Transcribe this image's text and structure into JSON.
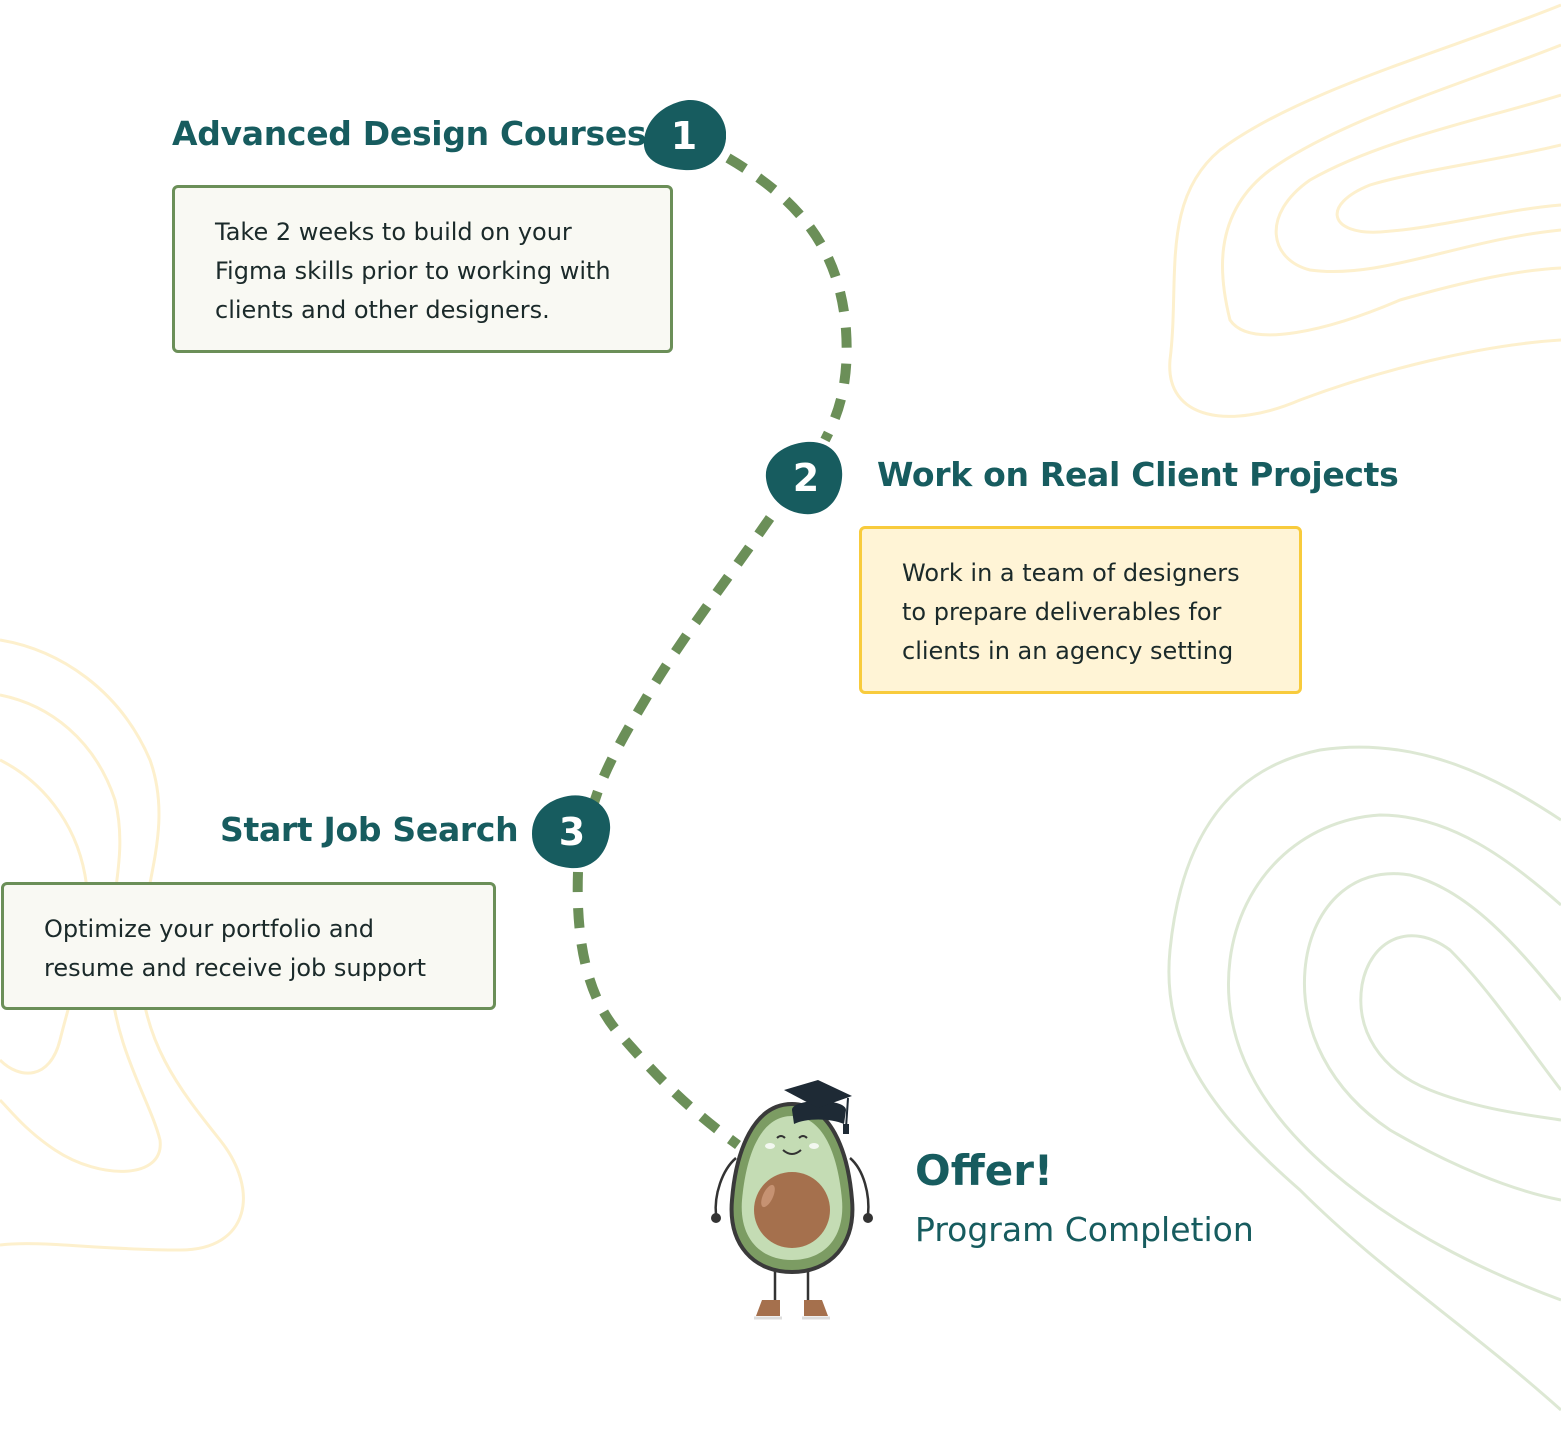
{
  "steps": [
    {
      "number": "1",
      "title": "Advanced Design Courses",
      "lines": [
        "Take 2 weeks to build on your",
        "Figma skills prior to working with",
        "clients and other designers."
      ]
    },
    {
      "number": "2",
      "title": "Work on Real Client Projects",
      "lines": [
        "Work in a team of designers",
        "to prepare deliverables for",
        "clients in an agency setting"
      ]
    },
    {
      "number": "3",
      "title": "Start Job Search",
      "lines": [
        "Optimize your portfolio and",
        "resume and receive job support"
      ]
    }
  ],
  "finish": {
    "title": "Offer!",
    "subtitle": "Program Completion",
    "mascot_icon": "graduate-avocado-icon"
  },
  "colors": {
    "heading": "#175c5f",
    "path": "#6b8f58",
    "box_border_default": "#6b8f58",
    "box_border_highlight": "#f8cb3c",
    "box_fill_highlight": "#fff4d6",
    "contour_yellow": "#fdf0cd",
    "contour_green": "#dde8d4"
  }
}
